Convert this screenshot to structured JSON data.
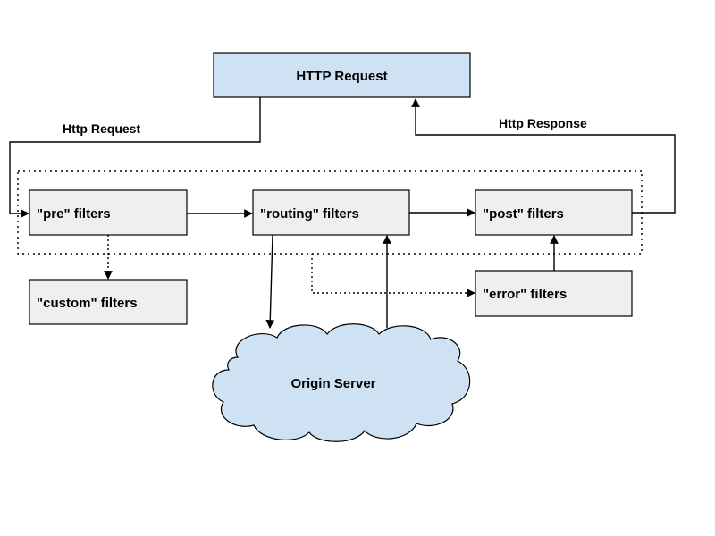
{
  "diagram": {
    "http_request_box": "HTTP Request",
    "request_edge_label": "Http Request",
    "response_edge_label": "Http Response",
    "pre_filters": "\"pre\" filters",
    "routing_filters": "\"routing\" filters",
    "post_filters": "\"post\" filters",
    "custom_filters": "\"custom\" filters",
    "error_filters": "\"error\" filters",
    "origin_server": "Origin Server"
  },
  "colors": {
    "request_box_fill": "#cfe2f3",
    "filter_box_fill": "#efefef",
    "cloud_fill": "#cfe2f3",
    "stroke": "#000000"
  }
}
